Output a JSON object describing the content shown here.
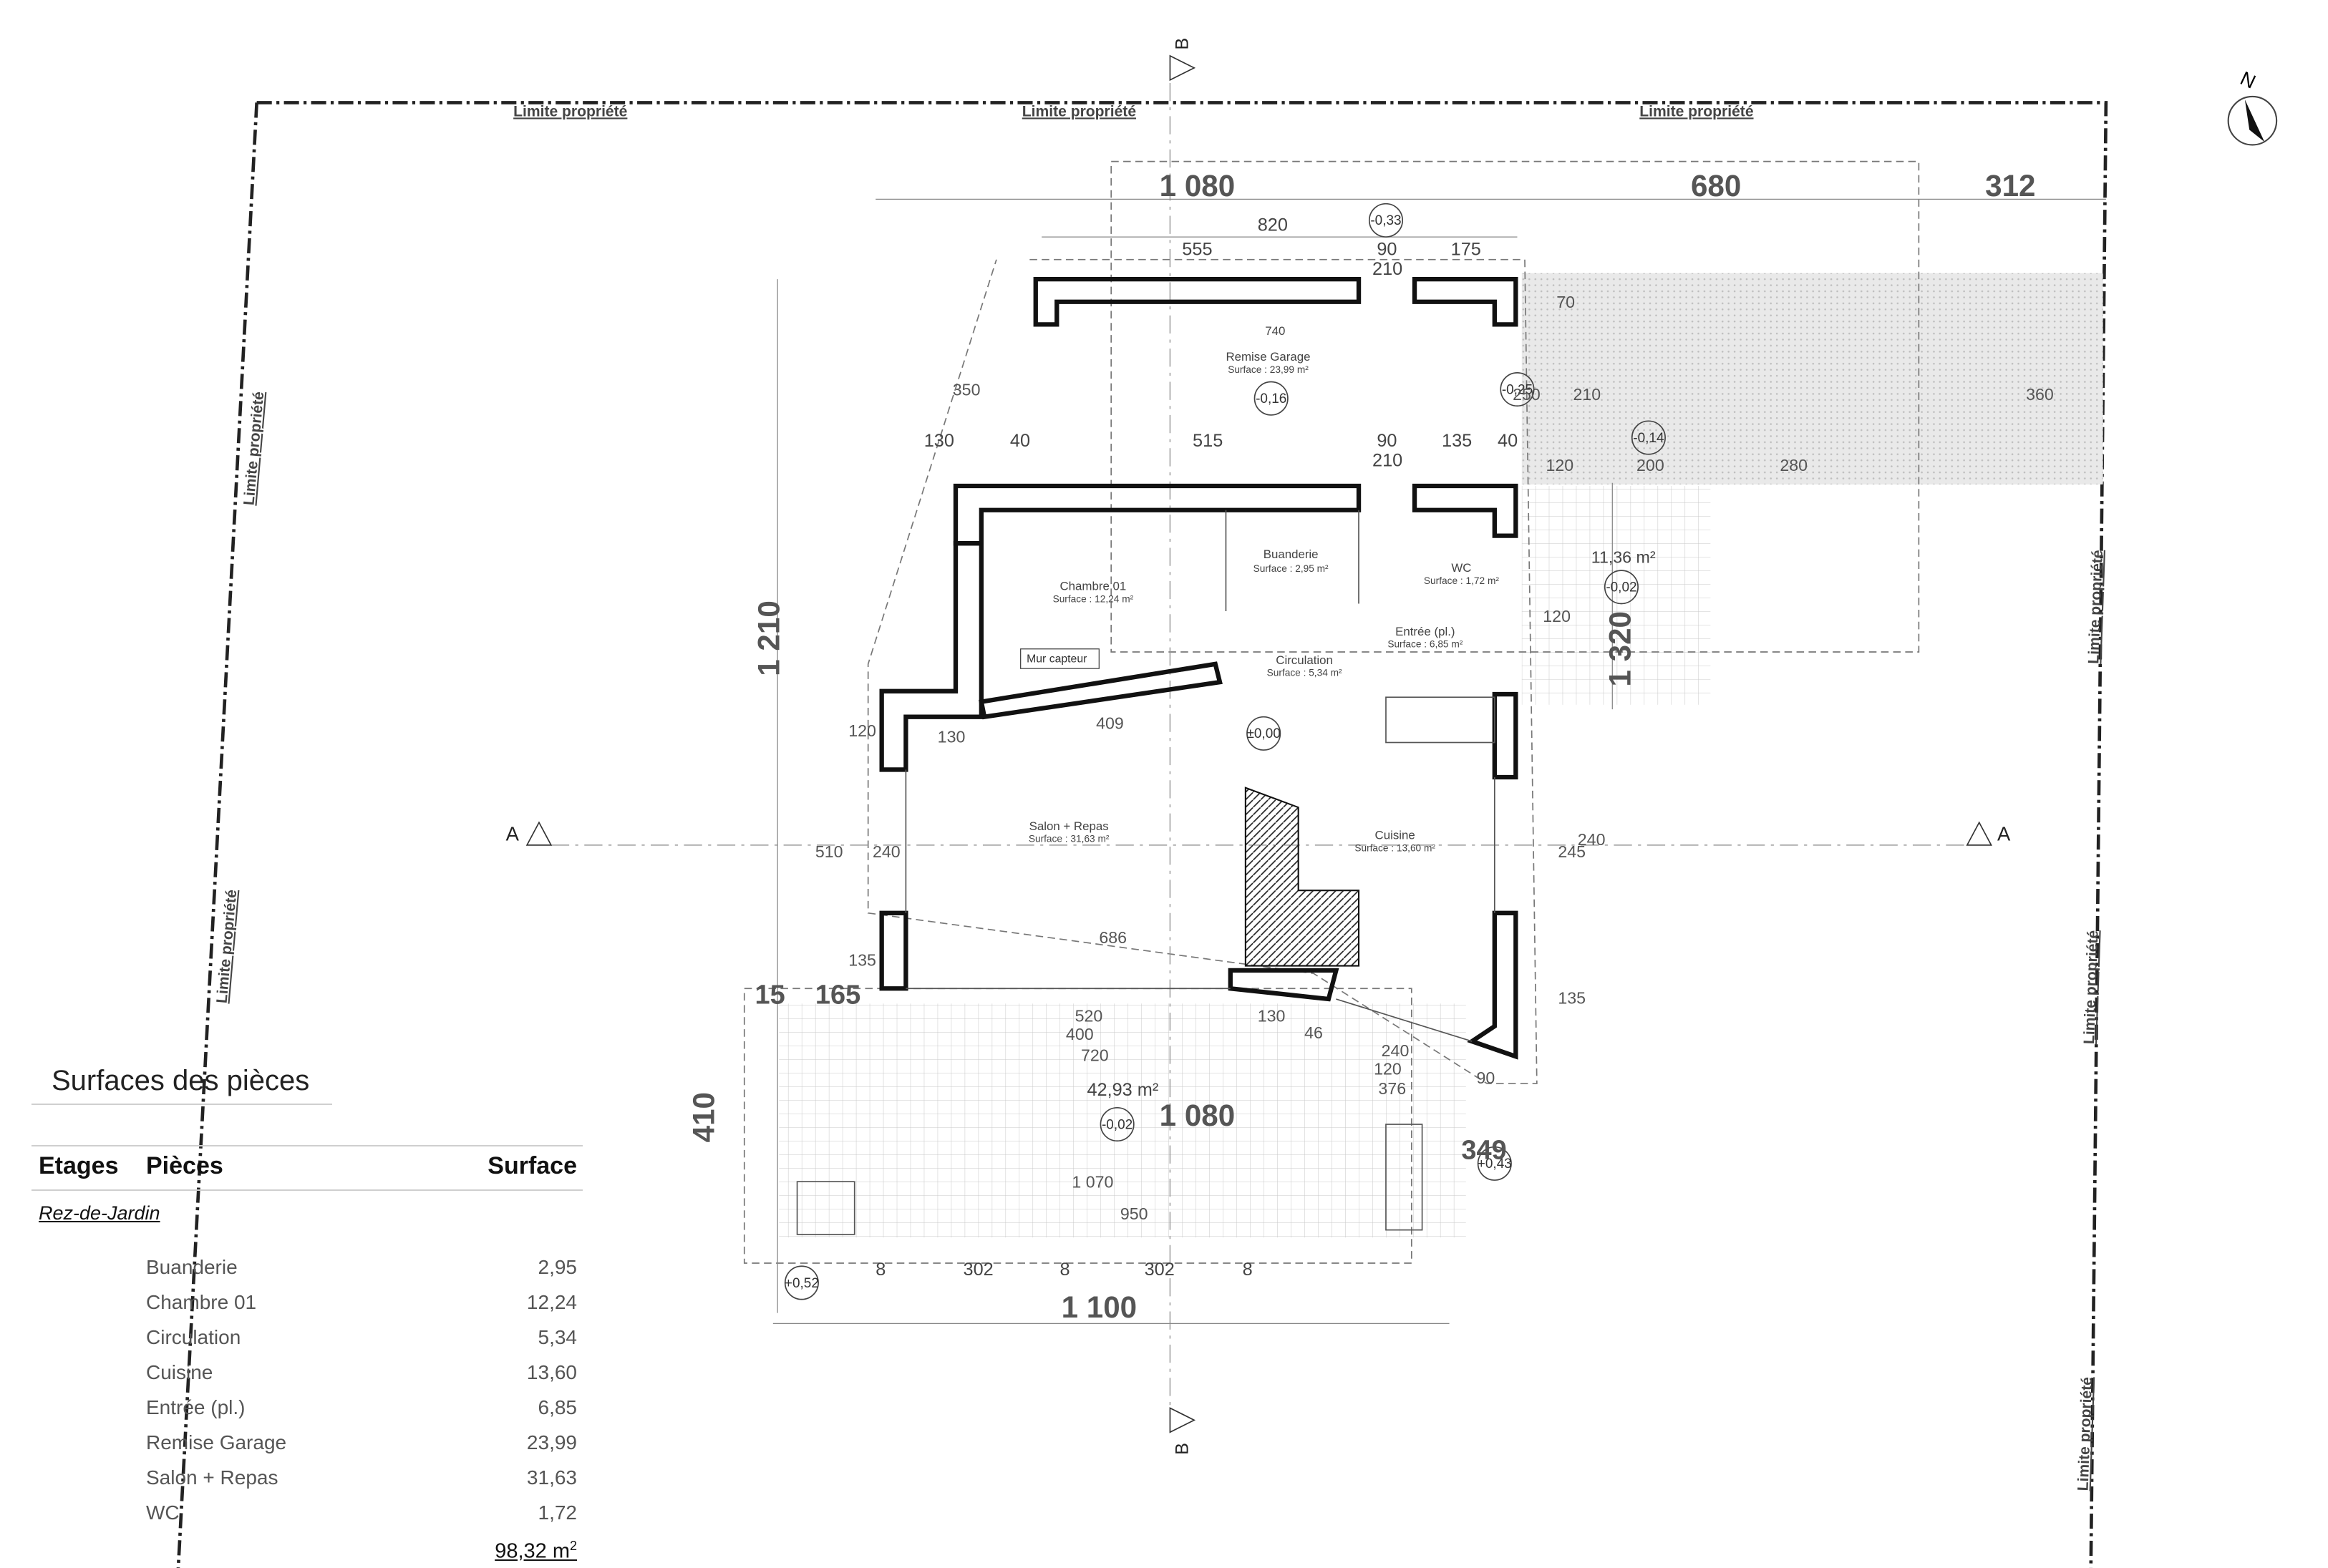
{
  "north_label": "N",
  "property_limit_label": "Limite propriété",
  "section_labels": {
    "a": "A",
    "b": "B"
  },
  "dimensions": {
    "top_overall": [
      "1 080",
      "680",
      "312"
    ],
    "top_sub": [
      "820",
      "555",
      "90",
      "175",
      "210"
    ],
    "garage_inner": [
      "740",
      "515",
      "90",
      "210",
      "135",
      "40",
      "130",
      "40"
    ],
    "left_overall": "1 210",
    "right_overall": "1 320",
    "bottom_overall": "1 100",
    "terrace_height": "410",
    "terrace_width": "1 080",
    "bottom_sub": [
      "8",
      "302",
      "8",
      "302",
      "8"
    ],
    "misc": [
      "520",
      "400",
      "720",
      "686",
      "130",
      "46",
      "240",
      "120",
      "376",
      "90",
      "349",
      "15",
      "165",
      "1 070",
      "950",
      "409",
      "130",
      "350",
      "360",
      "250",
      "210",
      "70",
      "200",
      "280",
      "120",
      "510",
      "240",
      "120",
      "135",
      "135",
      "245",
      "240",
      "120"
    ]
  },
  "levels": [
    "-0,33",
    "-0,16",
    "-0,25",
    "-0,14",
    "-0,02",
    "±0,00",
    "-0,02",
    "+0,43",
    "+0,52"
  ],
  "rooms": [
    {
      "name": "Remise Garage",
      "surface": "Surface : 23,99 m²"
    },
    {
      "name": "Chambre 01",
      "surface": "Surface : 12,24 m²"
    },
    {
      "name": "Buanderie",
      "surface": "Surface : 2,95 m²"
    },
    {
      "name": "WC",
      "surface": "Surface : 1,72 m²"
    },
    {
      "name": "Entrée (pl.)",
      "surface": "Surface : 6,85 m²"
    },
    {
      "name": "Circulation",
      "surface": "Surface : 5,34 m²"
    },
    {
      "name": "Salon + Repas",
      "surface": "Surface : 31,63 m²"
    },
    {
      "name": "Cuisine",
      "surface": "Surface : 13,60 m²"
    }
  ],
  "area_labels": {
    "terrace": "42,93 m²",
    "patio": "11,36 m²"
  },
  "mur_capteur": "Mur capteur",
  "table": {
    "title": "Surfaces des pièces",
    "headers": {
      "etages": "Etages",
      "pieces": "Pièces",
      "surface": "Surface"
    },
    "section": "Rez-de-Jardin",
    "rows": [
      {
        "room": "Buanderie",
        "area": "2,95"
      },
      {
        "room": "Chambre 01",
        "area": "12,24"
      },
      {
        "room": "Circulation",
        "area": "5,34"
      },
      {
        "room": "Cuisine",
        "area": "13,60"
      },
      {
        "room": "Entrée (pl.)",
        "area": "6,85"
      },
      {
        "room": "Remise Garage",
        "area": "23,99"
      },
      {
        "room": "Salon + Repas",
        "area": "31,63"
      },
      {
        "room": "WC",
        "area": "1,72"
      }
    ],
    "total": "98,32 m",
    "total_unit_sup": "2"
  }
}
